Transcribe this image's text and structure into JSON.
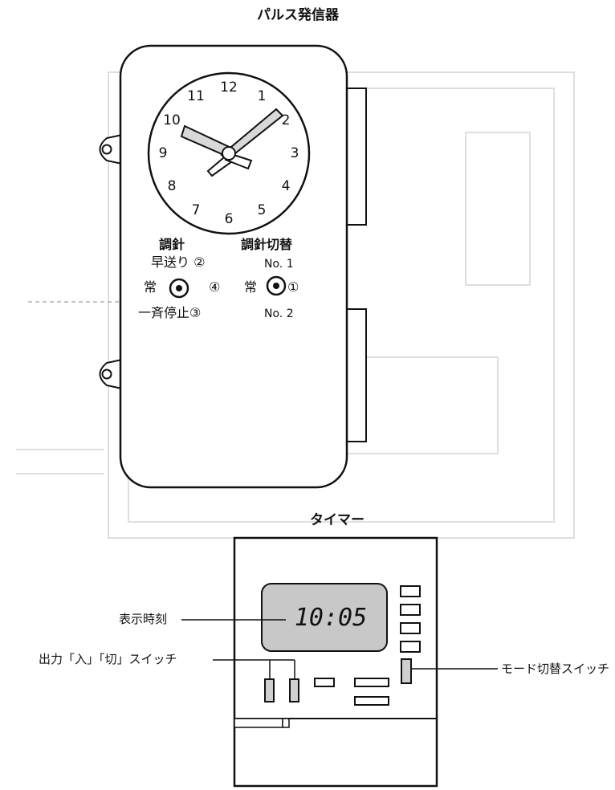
{
  "pulse_generator": {
    "title": "パルス発信器",
    "clock_numbers": [
      "12",
      "1",
      "2",
      "3",
      "4",
      "5",
      "6",
      "7",
      "8",
      "9",
      "10",
      "11"
    ],
    "left_group": {
      "heading": "調針",
      "fast_forward": "早送り ②",
      "normal": "常",
      "position_4": "④",
      "stop_all": "一斉停止③"
    },
    "right_group": {
      "heading": "調針切替",
      "no1": "No. 1",
      "normal": "常",
      "position_1": "①",
      "no2": "No. 2"
    }
  },
  "timer": {
    "title": "タイマー",
    "display_time": "10:05",
    "callouts": {
      "display": "表示時刻",
      "output_switch": "出力「入」「切」スイッチ",
      "mode_switch": "モード切替スイッチ"
    }
  },
  "colors": {
    "line": "#111111",
    "lcd": "#c8c8c8",
    "ghost": "#dcdcdc"
  }
}
